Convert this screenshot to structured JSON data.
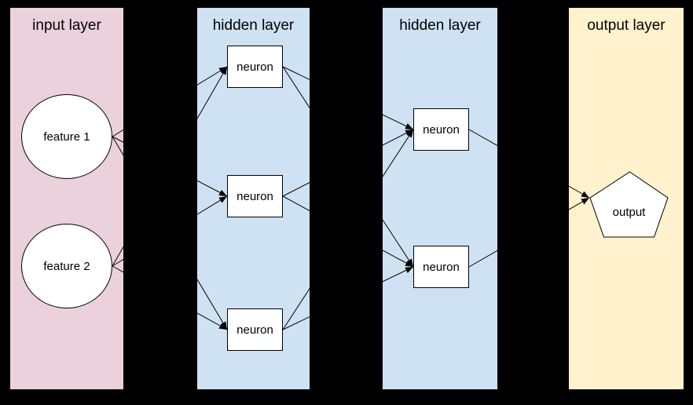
{
  "diagram": {
    "background_color": "#000000",
    "line_color": "#000000",
    "node_fill_color": "#ffffff",
    "panels": [
      {
        "id": "input",
        "label": "input layer",
        "color": "#ead1dc"
      },
      {
        "id": "hidden1",
        "label": "hidden layer",
        "color": "#cfe2f3"
      },
      {
        "id": "hidden2",
        "label": "hidden layer",
        "color": "#cfe2f3"
      },
      {
        "id": "output",
        "label": "output layer",
        "color": "#fff2cc"
      }
    ],
    "nodes": {
      "feature1": {
        "label": "feature 1",
        "shape": "circle",
        "layer": "input"
      },
      "feature2": {
        "label": "feature 2",
        "shape": "circle",
        "layer": "input"
      },
      "h1n1": {
        "label": "neuron",
        "shape": "rectangle",
        "layer": "hidden1"
      },
      "h1n2": {
        "label": "neuron",
        "shape": "rectangle",
        "layer": "hidden1"
      },
      "h1n3": {
        "label": "neuron",
        "shape": "rectangle",
        "layer": "hidden1"
      },
      "h2n1": {
        "label": "neuron",
        "shape": "rectangle",
        "layer": "hidden2"
      },
      "h2n2": {
        "label": "neuron",
        "shape": "rectangle",
        "layer": "hidden2"
      },
      "output": {
        "label": "output",
        "shape": "pentagon",
        "layer": "output"
      }
    },
    "edges": [
      [
        "feature1",
        "h1n1"
      ],
      [
        "feature1",
        "h1n2"
      ],
      [
        "feature1",
        "h1n3"
      ],
      [
        "feature2",
        "h1n1"
      ],
      [
        "feature2",
        "h1n2"
      ],
      [
        "feature2",
        "h1n3"
      ],
      [
        "h1n1",
        "h2n1"
      ],
      [
        "h1n1",
        "h2n2"
      ],
      [
        "h1n2",
        "h2n1"
      ],
      [
        "h1n2",
        "h2n2"
      ],
      [
        "h1n3",
        "h2n1"
      ],
      [
        "h1n3",
        "h2n2"
      ],
      [
        "h2n1",
        "output"
      ],
      [
        "h2n2",
        "output"
      ]
    ]
  }
}
